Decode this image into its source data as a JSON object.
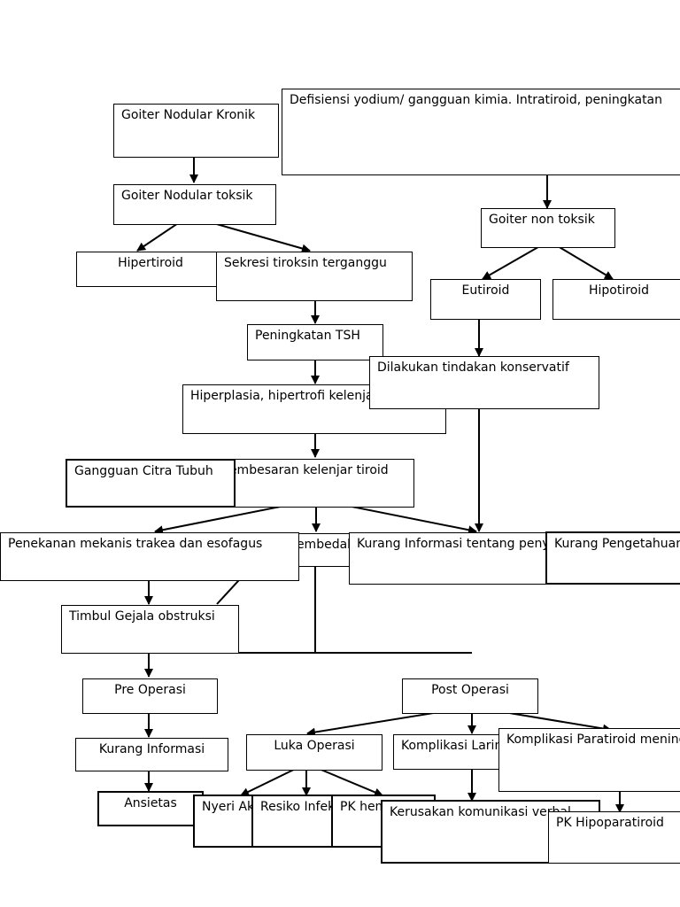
{
  "nodes": {
    "goiter_kronik": "Goiter Nodular Kronik",
    "defisiensi": "Defisiensi yodium/ gangguan kimia. Intratiroid, peningkatan",
    "goiter_toksik": "Goiter Nodular toksik",
    "goiter_non_toksik": "Goiter non toksik",
    "hipertiroid": "Hipertiroid",
    "sekresi": "Sekresi tiroksin terganggu",
    "eutiroid": "Eutiroid",
    "hipotiroid": "Hipotiroid",
    "peningkatan_tsh": "Peningkatan TSH",
    "konservatif": "Dilakukan tindakan konservatif",
    "hiperplasia": "Hiperplasia, hipertrofi kelenjar",
    "pembesaran": "Pembesaran kelenjar tiroid",
    "citra_tubuh": "Gangguan Citra Tubuh",
    "penekanan": "Penekanan mekanis trakea dan esofagus",
    "pembedahan": "Pembedahan",
    "kurang_informasi_tentang": "Kurang Informasi tentang penyakit",
    "kurang_pengetahuan": "Kurang Pengetahuan",
    "gejala_obstruksi": "Timbul Gejala obstruksi",
    "pre_operasi": "Pre Operasi",
    "post_operasi": "Post Operasi",
    "kurang_informasi": "Kurang Informasi",
    "luka_operasi": "Luka Operasi",
    "komplikasi_laring": "Komplikasi Laring",
    "komplikasi_paratiroid": "Komplikasi Paratiroid meningkat",
    "ansietas": "Ansietas",
    "nyeri": "Nyeri Akut",
    "resiko_infeksi": "Resiko Infeksi",
    "pk_hemoragi": "PK hemoragi",
    "kerusakan_komunikasi": "Kerusakan komunikasi verbal",
    "pk_hipoparatiroid": "PK Hipoparatiroid"
  }
}
